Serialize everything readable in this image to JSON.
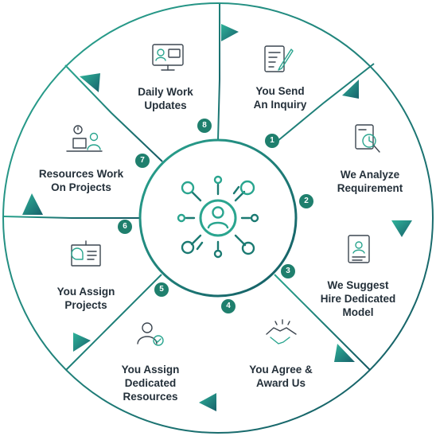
{
  "steps": [
    {
      "number": "1",
      "line1": "You Send",
      "line2": "An Inquiry",
      "line3": "",
      "icon": "inquiry-form-icon"
    },
    {
      "number": "2",
      "line1": "We Analyze",
      "line2": "Requirement",
      "line3": "",
      "icon": "analyze-magnifier-icon"
    },
    {
      "number": "3",
      "line1": "We Suggest",
      "line2": "Hire Dedicated",
      "line3": "Model",
      "icon": "profile-document-icon"
    },
    {
      "number": "4",
      "line1": "You Agree &",
      "line2": "Award Us",
      "line3": "",
      "icon": "handshake-icon"
    },
    {
      "number": "5",
      "line1": "You Assign",
      "line2": "Dedicated",
      "line3": "Resources",
      "icon": "assign-person-icon"
    },
    {
      "number": "6",
      "line1": "You Assign",
      "line2": "Projects",
      "line3": "",
      "icon": "presentation-board-icon"
    },
    {
      "number": "7",
      "line1": "Resources Work",
      "line2": "On Projects",
      "line3": "",
      "icon": "person-at-desk-icon"
    },
    {
      "number": "8",
      "line1": "Daily Work",
      "line2": "Updates",
      "line3": "",
      "icon": "monitor-chat-icon"
    }
  ],
  "center_icon": "network-user-icon",
  "colors": {
    "accent": "#2aa58f",
    "dark": "#145a63",
    "badge": "#1f7f6d",
    "text": "#24303a"
  }
}
